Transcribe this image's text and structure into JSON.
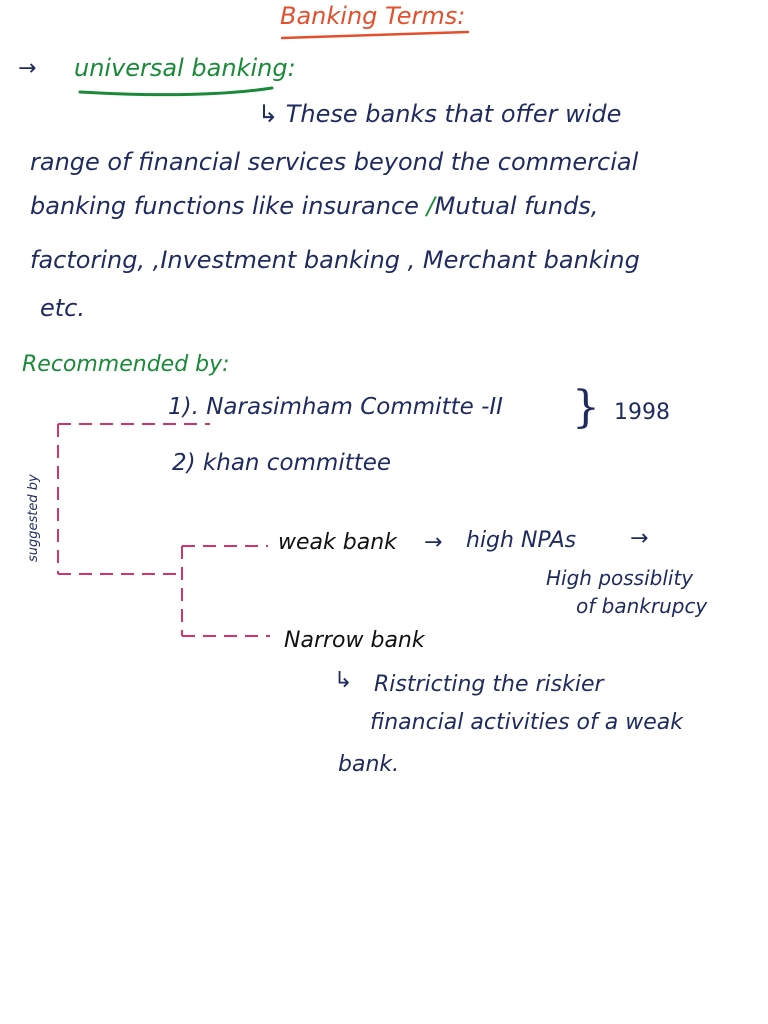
{
  "title": "Banking Terms:",
  "section": {
    "arrow": "→",
    "heading": "universal banking:",
    "description": {
      "lead": "↳ These banks that offer wide",
      "line2": "range of financial services beyond the commercial",
      "line3_prefix": "banking functions like insurance ",
      "line3_green_mark": "/",
      "line3_suffix": "Mutual funds,",
      "line4": "factoring, ,Investment banking , Merchant banking",
      "line5": "etc."
    }
  },
  "recommended": {
    "label": "Recommended by:",
    "item1": "1). Narasimham Committe -II",
    "brace": "}",
    "year": "1998",
    "item2": "2) khan committee",
    "side_label": "suggested by"
  },
  "weak_bank": {
    "label": "weak bank",
    "arrow1": "→",
    "npa": "high NPAs",
    "arrow2": "→",
    "result_line1": "High possiblity",
    "result_line2": "of bankrupcy"
  },
  "narrow_bank": {
    "label": "Narrow bank",
    "arrow": "↳",
    "def_line1": "Ristricting the riskier",
    "def_line2": "financial activities of a weak",
    "def_line3": "bank."
  },
  "colors": {
    "title": "#e4502d",
    "heading": "#1a8a3a",
    "body_ink": "#1f2a5e",
    "tree_dashes": "#d6336c"
  }
}
